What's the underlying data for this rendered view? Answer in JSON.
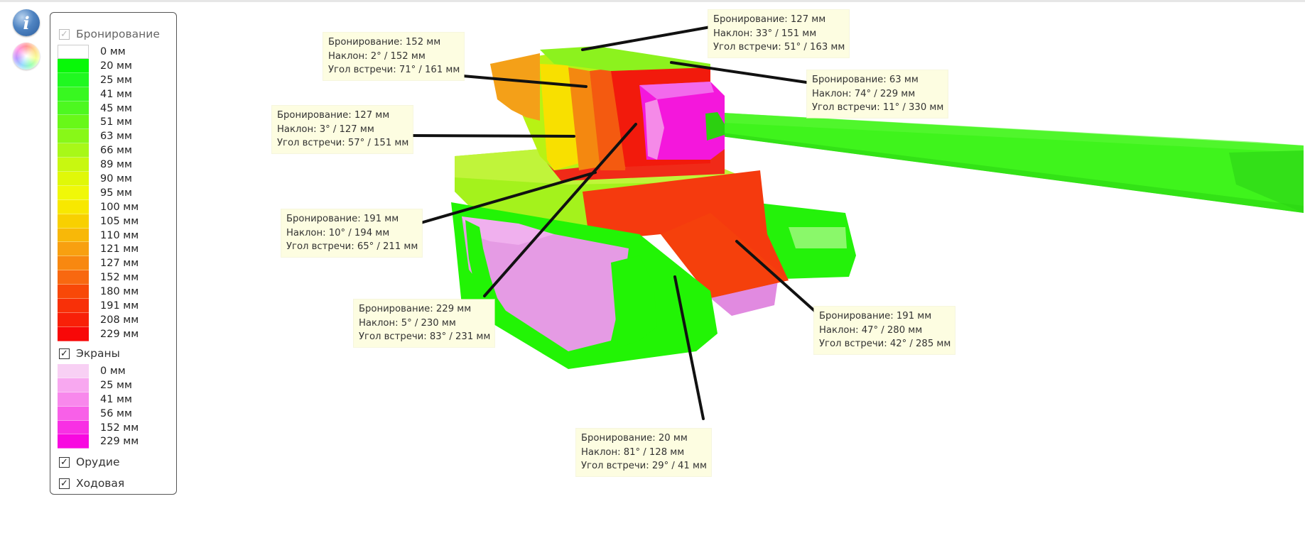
{
  "buttons": {
    "info_glyph": "i",
    "info_icon": "info-icon",
    "color_icon": "color-wheel-icon"
  },
  "legend": {
    "armor": {
      "label": "Бронирование",
      "checked": true,
      "enabled": false,
      "items": [
        {
          "label": "0 мм",
          "color": "#ffffff"
        },
        {
          "label": "20 мм",
          "color": "#08f808"
        },
        {
          "label": "25 мм",
          "color": "#20f820"
        },
        {
          "label": "41 мм",
          "color": "#38f820"
        },
        {
          "label": "45 мм",
          "color": "#4df820"
        },
        {
          "label": "51 мм",
          "color": "#68f818"
        },
        {
          "label": "63 мм",
          "color": "#88f818"
        },
        {
          "label": "66 мм",
          "color": "#a8f818"
        },
        {
          "label": "89 мм",
          "color": "#c8f810"
        },
        {
          "label": "90 мм",
          "color": "#e0f808"
        },
        {
          "label": "95 мм",
          "color": "#f0f808"
        },
        {
          "label": "100 мм",
          "color": "#f8e800"
        },
        {
          "label": "105 мм",
          "color": "#f8d000"
        },
        {
          "label": "110 мм",
          "color": "#f8b808"
        },
        {
          "label": "121 мм",
          "color": "#f8a010"
        },
        {
          "label": "127 мм",
          "color": "#f88810"
        },
        {
          "label": "152 мм",
          "color": "#f86810"
        },
        {
          "label": "180 мм",
          "color": "#f84808"
        },
        {
          "label": "191 мм",
          "color": "#f83008"
        },
        {
          "label": "208 мм",
          "color": "#f82008"
        },
        {
          "label": "229 мм",
          "color": "#f80808"
        }
      ]
    },
    "screens": {
      "label": "Экраны",
      "checked": true,
      "items": [
        {
          "label": "0 мм",
          "color": "#f8d0f4"
        },
        {
          "label": "25 мм",
          "color": "#f8a8f0"
        },
        {
          "label": "41 мм",
          "color": "#f888ec"
        },
        {
          "label": "56 мм",
          "color": "#f860e8"
        },
        {
          "label": "152 мм",
          "color": "#f830e4"
        },
        {
          "label": "229 мм",
          "color": "#f808e0"
        }
      ]
    },
    "gun": {
      "label": "Орудие",
      "checked": true
    },
    "chassis": {
      "label": "Ходовая",
      "checked": true
    }
  },
  "callouts": [
    {
      "armor": "Бронирование: 152 мм",
      "slope": "Наклон: 2° / 152 мм",
      "angle": "Угол встречи: 71° / 161 мм"
    },
    {
      "armor": "Бронирование: 127 мм",
      "slope": "Наклон: 33° / 151 мм",
      "angle": "Угол встречи: 51° / 163 мм"
    },
    {
      "armor": "Бронирование: 63 мм",
      "slope": "Наклон: 74° / 229 мм",
      "angle": "Угол встречи: 11° / 330 мм"
    },
    {
      "armor": "Бронирование: 127 мм",
      "slope": "Наклон: 3° / 127 мм",
      "angle": "Угол встречи: 57° / 151 мм"
    },
    {
      "armor": "Бронирование: 191 мм",
      "slope": "Наклон: 10° / 194 мм",
      "angle": "Угол встречи: 65° / 211 мм"
    },
    {
      "armor": "Бронирование: 229 мм",
      "slope": "Наклон: 5° / 230 мм",
      "angle": "Угол встречи: 83° / 231 мм"
    },
    {
      "armor": "Бронирование: 191 мм",
      "slope": "Наклон: 47° / 280 мм",
      "angle": "Угол встречи: 42° / 285 мм"
    },
    {
      "armor": "Бронирование: 20 мм",
      "slope": "Наклон: 81° / 128 мм",
      "angle": "Угол встречи: 29° / 41 мм"
    }
  ]
}
